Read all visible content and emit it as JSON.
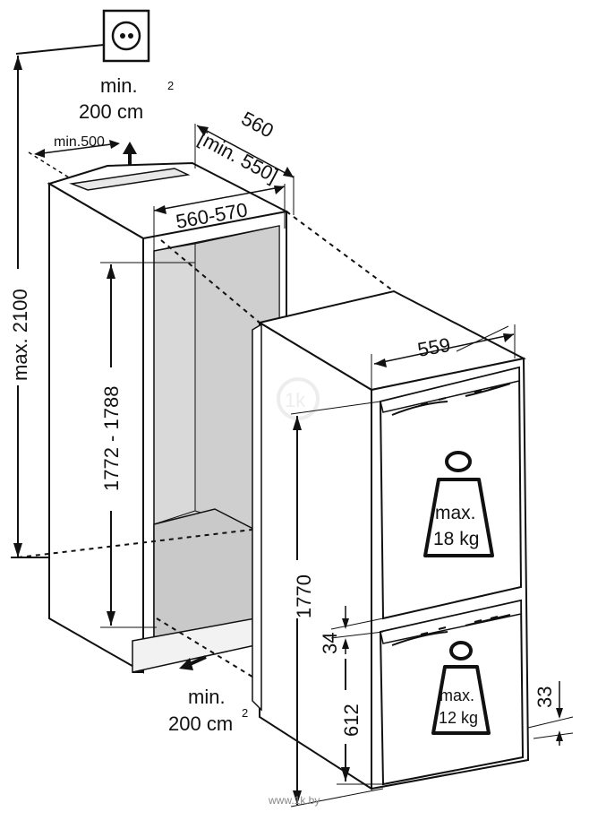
{
  "colors": {
    "line": "#111111",
    "niche_inner": "#d9d9d9",
    "shelf": "#c9c9c9",
    "watermark": "#dddddd"
  },
  "labels": {
    "vent_top_min": "min.",
    "vent_top_area": "200 cm",
    "vent_top_sup": "2",
    "min_500": "min.500",
    "depth_560": "560",
    "depth_min_550": "[min. 550]",
    "width_560_570": "560-570",
    "width_559": "559",
    "height_max_2100": "max. 2100",
    "height_1772_1788": "1772 - 1788",
    "height_1770": "1770",
    "gap_34": "34",
    "freezer_612": "612",
    "vent_bottom_min": "min.",
    "vent_bottom_area": "200 cm",
    "vent_bottom_sup": "2",
    "dim_33": "33",
    "weight_top_max": "max.",
    "weight_top_value": "18 kg",
    "weight_bottom_max": "max.",
    "weight_bottom_value": "12 kg",
    "footer_watermark": "www.1k.by"
  },
  "icons": {
    "socket": "power-socket-icon",
    "weight_top": "weight-icon",
    "weight_bottom": "weight-icon",
    "airflow_up": "arrow-up-icon",
    "airflow_in": "arrow-icon"
  }
}
